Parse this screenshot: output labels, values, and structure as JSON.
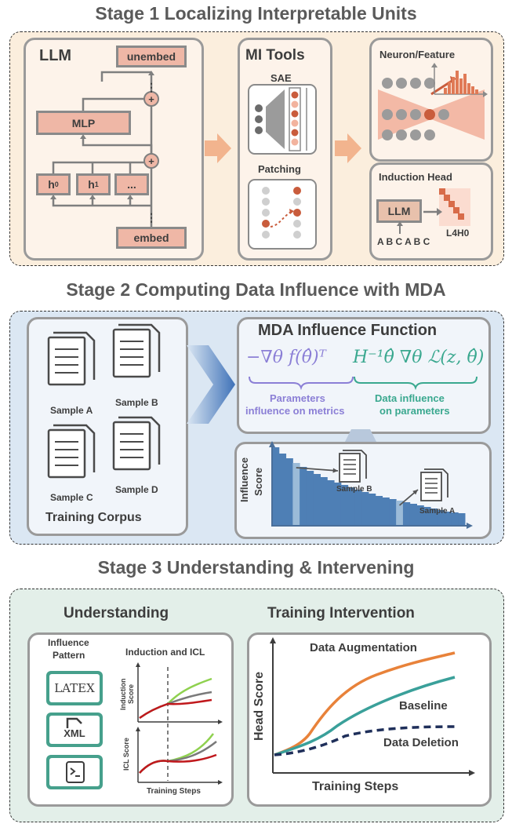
{
  "stage1": {
    "title": "Stage 1 Localizing Interpretable Units",
    "llm_title": "LLM",
    "unembed": "unembed",
    "mlp": "MLP",
    "h0": "h",
    "h0_sub": "0",
    "h1": "h",
    "h1_sub": "1",
    "hdots": "...",
    "embed": "embed",
    "plus": "+",
    "vdots": "⋮",
    "mi_tools_title": "MI Tools",
    "sae": "SAE",
    "patching": "Patching",
    "neuron_feature": "Neuron/Feature",
    "induction_head": "Induction Head",
    "llm_small": "LLM",
    "l4h0": "L4H0",
    "abcabc": "A B C A B C"
  },
  "stage2": {
    "title": "Stage 2 Computing Data Influence with MDA",
    "samples": [
      "Sample A",
      "Sample B",
      "Sample C",
      "Sample D"
    ],
    "corpus": "Training Corpus",
    "mda_title": "MDA Influence Function",
    "formula_left": "−∇θ f(θ̂)ᵀ",
    "formula_right": "H⁻¹θ̂ ∇θ ℒ(z, θ̂)",
    "param_infl_1": "Parameters",
    "param_infl_2": "influence on metrics",
    "data_infl_1": "Data influence",
    "data_infl_2": "on parameters",
    "influence_label_1": "Influence",
    "influence_label_2": "Score",
    "chart_sample_b": "Sample B",
    "chart_sample_a": "Sample A",
    "colors": {
      "purple": "#8b7fd6",
      "teal": "#3aa88f",
      "bar": "#4e7fb5"
    }
  },
  "stage3": {
    "title": "Stage 3 Understanding & Intervening",
    "understanding": "Understanding",
    "influence_pattern_1": "Influence",
    "influence_pattern_2": "Pattern",
    "latex": "LATEX",
    "xml": "XML",
    "induction_icl": "Induction and ICL",
    "induction_score_1": "Induction",
    "induction_score_2": "Score",
    "icl_score": "ICL Score",
    "training_steps_small": "Training Steps",
    "training_intervention": "Training Intervention",
    "head_score": "Head Score",
    "data_augmentation": "Data Augmentation",
    "baseline": "Baseline",
    "data_deletion": "Data Deletion",
    "training_steps": "Training Steps",
    "colors": {
      "aug": "#e8823a",
      "base": "#3aa09a",
      "del": "#1f2f5a",
      "green": "#8fd14f",
      "gray": "#7a7a7a",
      "red": "#c0181c"
    }
  },
  "chart_data": {
    "type": "bar",
    "title": "",
    "ylabel": "Influence Score",
    "values": [
      100,
      92,
      86,
      80,
      75,
      70,
      66,
      62,
      58,
      55,
      52,
      49,
      46,
      43,
      41,
      38,
      36,
      34,
      32,
      30,
      28,
      26,
      24,
      22,
      20,
      18,
      17,
      16
    ],
    "highlighted_indices": [
      3,
      18
    ]
  }
}
